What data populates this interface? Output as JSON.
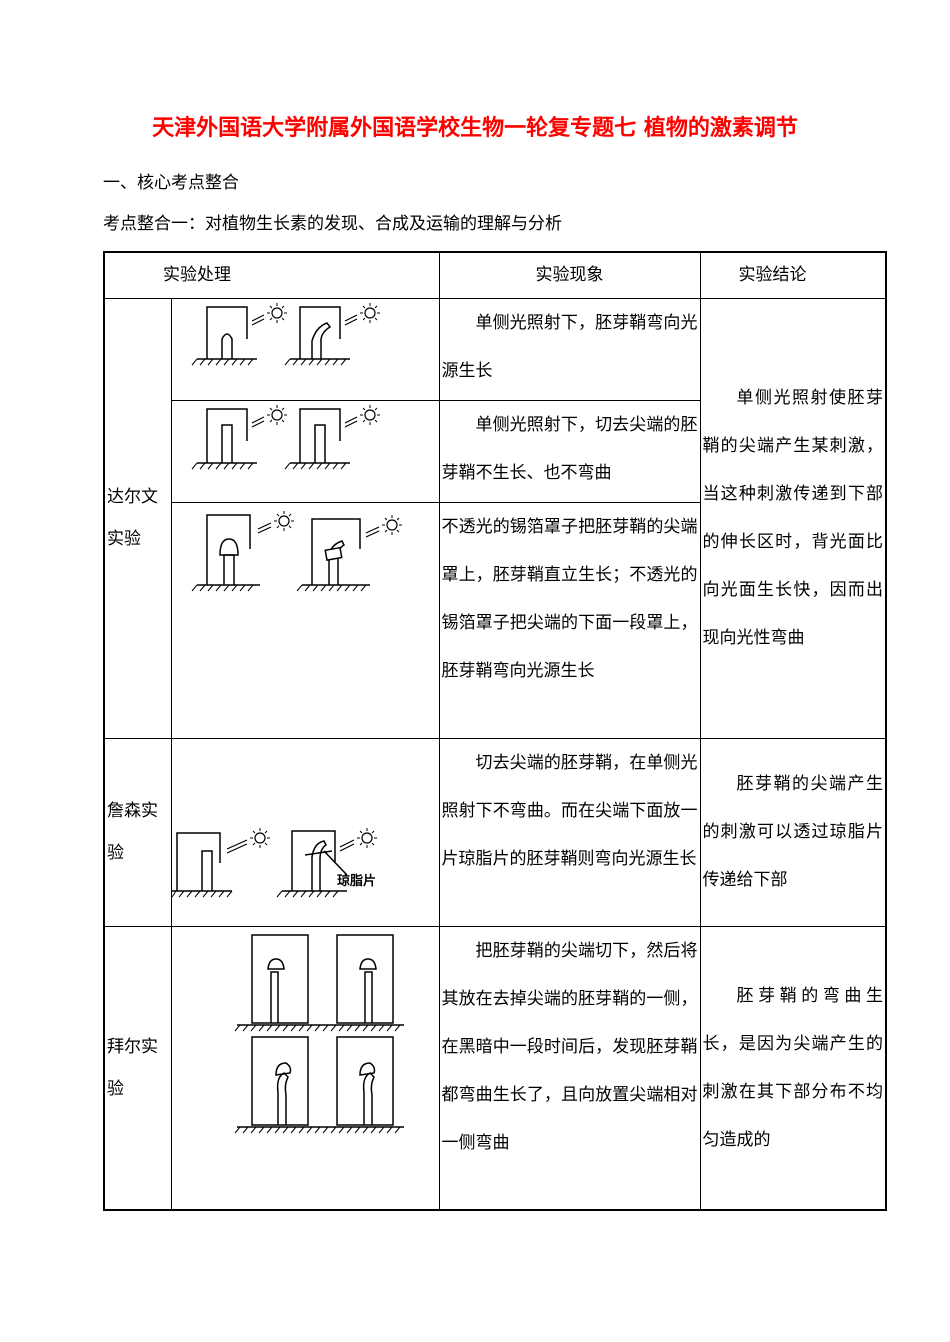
{
  "title": "天津外国语大学附属外国语学校生物一轮复专题七  植物的激素调节",
  "section": "一、核心考点整合",
  "subsection": "考点整合一：对植物生长素的发现、合成及运输的理解与分析",
  "table": {
    "headers": [
      "实验处理",
      "实验现象",
      "实验结论"
    ],
    "darwin": {
      "name": "达尔文实验",
      "rows": [
        {
          "phenomenon": "单侧光照射下，胚芽鞘弯向光源生长"
        },
        {
          "phenomenon": "单侧光照射下，切去尖端的胚芽鞘不生长、也不弯曲"
        },
        {
          "phenomenon": "不透光的锡箔罩子把胚芽鞘的尖端罩上，胚芽鞘直立生长；不透光的锡箔罩子把尖端的下面一段罩上，胚芽鞘弯向光源生长"
        }
      ],
      "conclusion": "单侧光照射使胚芽鞘的尖端产生某刺激，当这种刺激传递到下部的伸长区时，背光面比向光面生长快，因而出现向光性弯曲"
    },
    "jensen": {
      "name": "詹森实验",
      "phenomenon": "切去尖端的胚芽鞘，在单侧光照射下不弯曲。而在尖端下面放一片琼脂片的胚芽鞘则弯向光源生长",
      "figure_label": "琼脂片",
      "conclusion": "胚芽鞘的尖端产生的刺激可以透过琼脂片传递给下部"
    },
    "paal": {
      "name": "拜尔实验",
      "phenomenon": "把胚芽鞘的尖端切下，然后将其放在去掉尖端的胚芽鞘的一侧，在黑暗中一段时间后，发现胚芽鞘都弯曲生长了，且向放置尖端相对一侧弯曲",
      "conclusion": "胚芽鞘的弯曲生长，是因为尖端产生的刺激在其下部分布不均匀造成的"
    }
  }
}
